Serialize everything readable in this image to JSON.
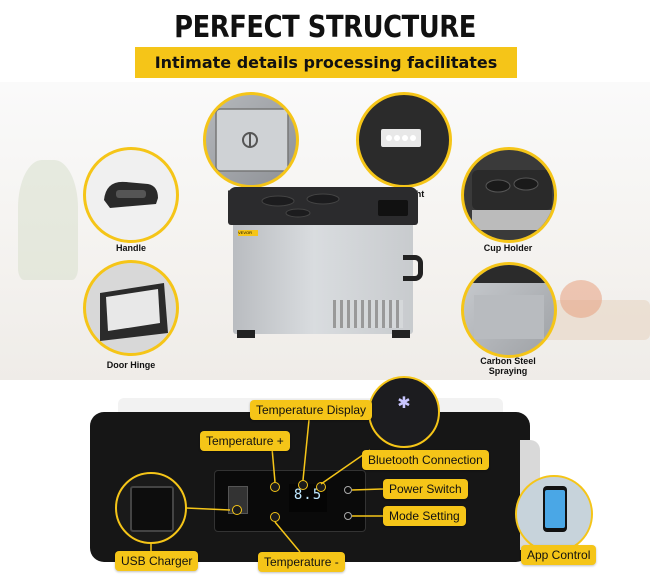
{
  "header": {
    "title": "PERFECT STRUCTURE",
    "subtitle": "Intimate details processing facilitates easy using"
  },
  "features": {
    "drain_hole": "Drain Hole",
    "led_light": "LED Light",
    "handle": "Handle",
    "cup_holder": "Cup Holder",
    "door_hinge": "Door Hinge",
    "carbon_steel": "Carbon Steel\nSpraying"
  },
  "product": {
    "brand": "VEVOR"
  },
  "controls": {
    "temperature_display": "Temperature Display",
    "temperature_plus": "Temperature +",
    "bluetooth_connection": "Bluetooth Connection",
    "power_switch": "Power Switch",
    "mode_setting": "Mode Setting",
    "usb_charger": "USB Charger",
    "temperature_minus": "Temperature -",
    "app_control": "App Control",
    "display_digits": "8.5"
  },
  "colors": {
    "accent": "#f5c518",
    "dark": "#161616"
  },
  "icons": {
    "bluetooth": "bluetooth-icon"
  }
}
